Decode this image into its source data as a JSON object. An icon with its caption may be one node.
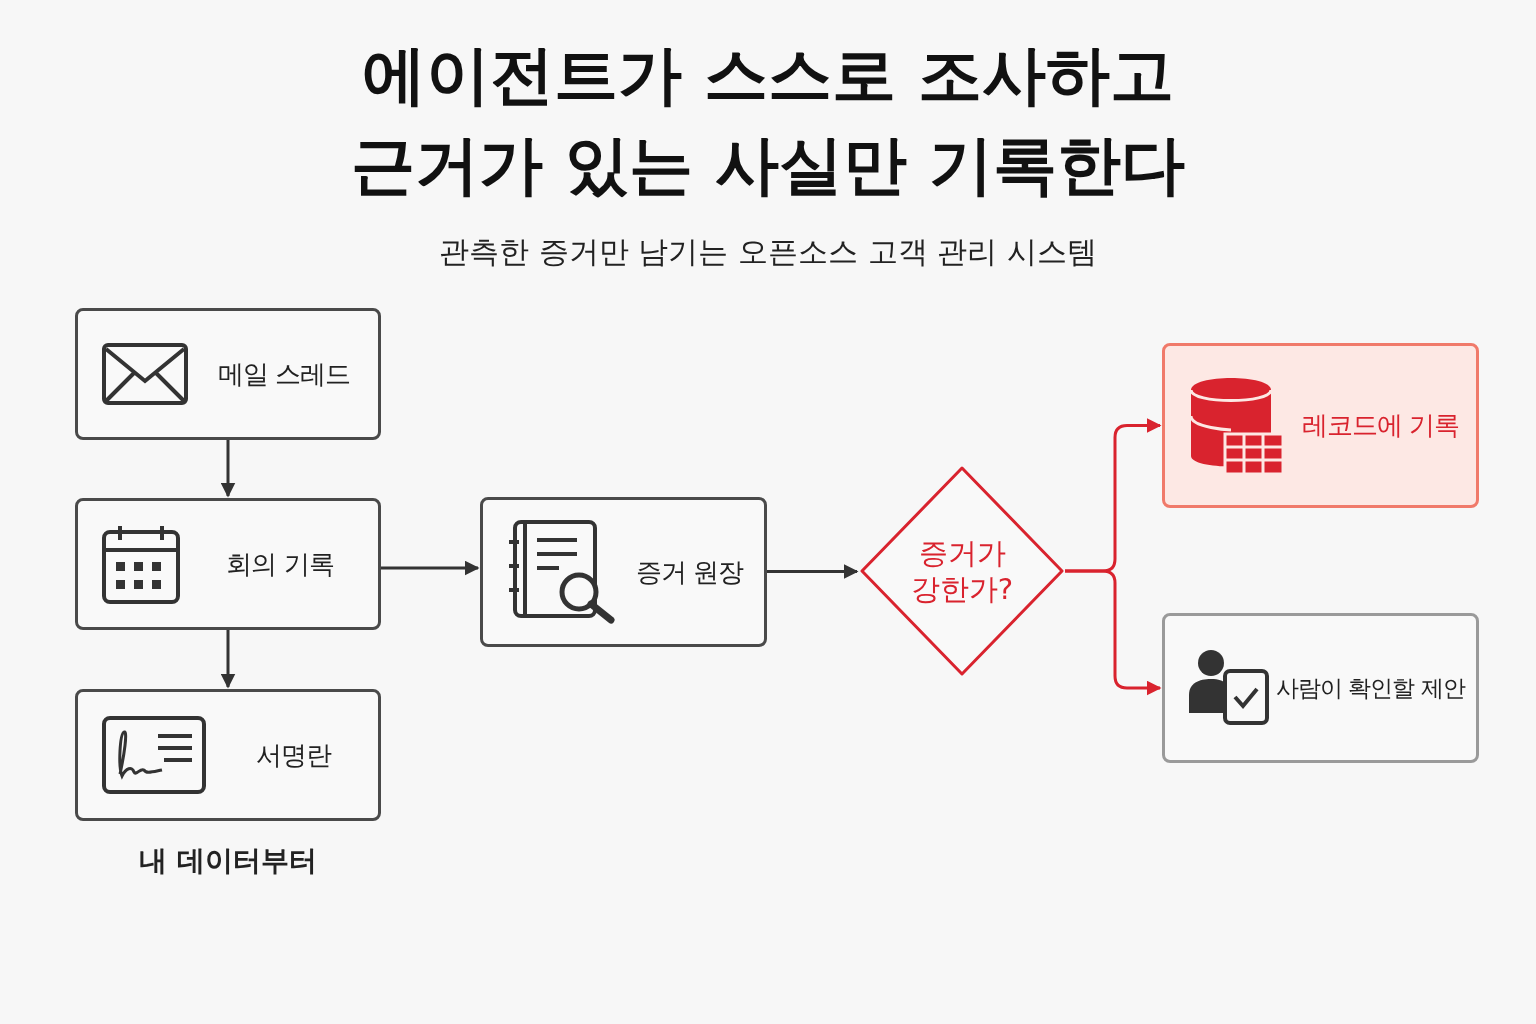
{
  "diagram": {
    "title": "에이전트가 스스로 조사하고 근거가 있는 사실만 기록한다",
    "nodes": [
      {
        "text": [
          "메일 스레드"
        ]
      },
      {
        "text": [
          "회의 기록"
        ]
      },
      {
        "text": [
          "서명란"
        ]
      },
      {
        "text": [
          "증거 원장"
        ]
      },
      {
        "text": [
          "증거가 강한가?"
        ]
      },
      {
        "text": [
          "레코드에 기록"
        ]
      },
      {
        "text": [
          "사람이 확인할 제안"
        ]
      }
    ],
    "edges": [
      {
        "from": 0,
        "to": 1,
        "arrow": "to"
      },
      {
        "from": 1,
        "to": 2,
        "arrow": "to"
      },
      {
        "from": 1,
        "to": 3,
        "arrow": "to"
      },
      {
        "from": 3,
        "to": 4,
        "arrow": "to"
      },
      {
        "from": 4,
        "to": 5,
        "arrow": "to",
        "color": "#d9232e"
      },
      {
        "from": 4,
        "to": 6,
        "arrow": "to",
        "color": "#d9232e"
      }
    ],
    "labels": [
      "관측한 증거만 남기는 오픈소스 고객 관리 시스템",
      "내 데이터부터"
    ]
  }
}
